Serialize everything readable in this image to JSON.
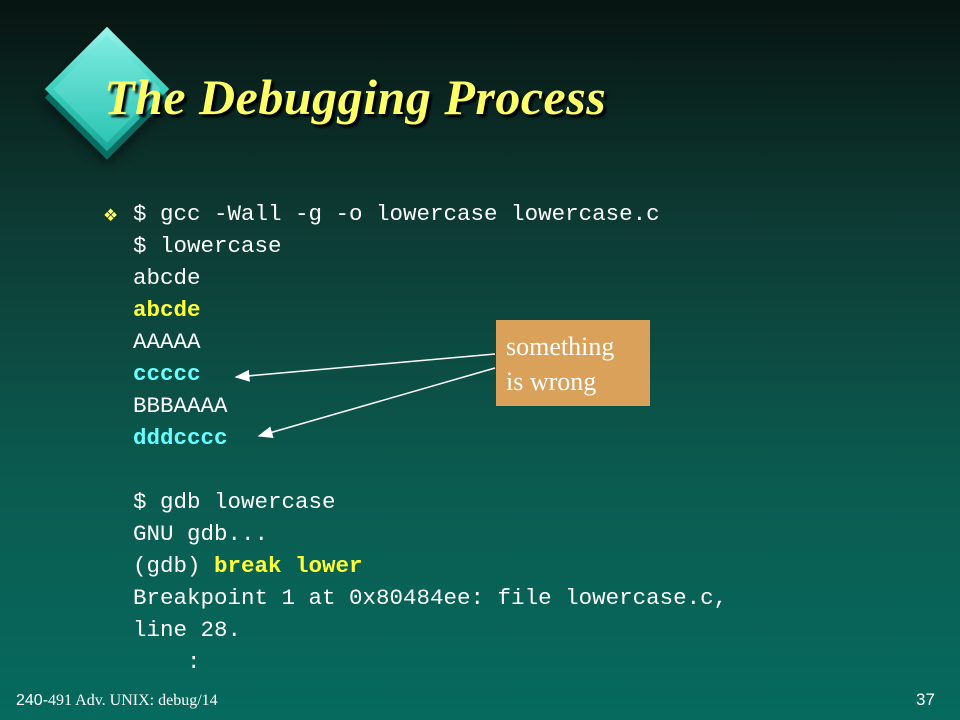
{
  "slide": {
    "title": "The Debugging Process",
    "bullet_icon": "diamond-bullet-icon",
    "code_lines": [
      {
        "text": "$ gcc -Wall -g -o lowercase lowercase.c"
      },
      {
        "text": "$ lowercase"
      },
      {
        "text": "abcde"
      },
      {
        "text": "abcde"
      },
      {
        "text": "AAAAA"
      },
      {
        "text": "ccccc"
      },
      {
        "text": "BBBAAAA"
      },
      {
        "text": "dddcccc"
      },
      {
        "text": ""
      },
      {
        "text": "$ gdb lowercase"
      },
      {
        "text": "GNU gdb..."
      },
      {
        "text": "(gdb) ",
        "highlight": "break lower"
      },
      {
        "text": "Breakpoint 1 at 0x80484ee: file lowercase.c,"
      },
      {
        "text": "line 28."
      },
      {
        "text": "    :"
      }
    ],
    "callout": {
      "line1": "something",
      "line2": "is wrong"
    },
    "footer": {
      "course_number": "240-",
      "course_text": "491 Adv. UNIX: debug/14",
      "page_number": "37"
    },
    "colors": {
      "title": "#ffff66",
      "output_yellow": "#ffff33",
      "output_cyan": "#66ffff",
      "callout_bg": "#d9a15a"
    }
  }
}
